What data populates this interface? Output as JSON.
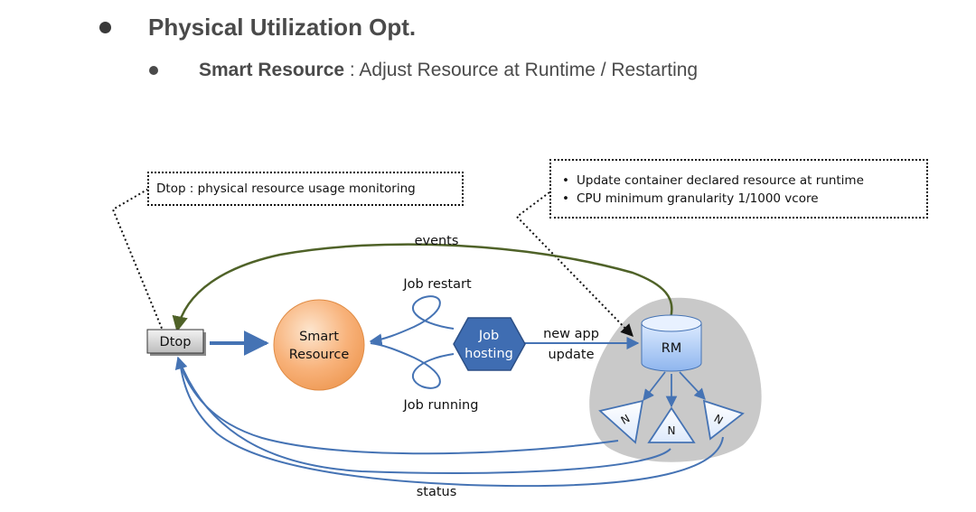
{
  "heading": {
    "title": "Physical Utilization Opt.",
    "sub_bold": "Smart Resource",
    "sub_rest": " : Adjust Resource at Runtime / Restarting"
  },
  "notes": {
    "dtop": "Dtop : physical resource usage monitoring",
    "rm": [
      "Update container declared resource at runtime",
      "CPU minimum granularity 1/1000 vcore"
    ]
  },
  "diagram": {
    "dtop_label": "Dtop",
    "smart_resource_line1": "Smart",
    "smart_resource_line2": "Resource",
    "job_hosting_line1": "Job",
    "job_hosting_line2": "hosting",
    "rm_label": "RM",
    "node_label": "N",
    "edges": {
      "events": "events",
      "job_restart": "Job restart",
      "job_running": "Job running",
      "new_app": "new app",
      "update": "update",
      "status": "status"
    }
  },
  "colors": {
    "blue": "#4573b4",
    "olive": "#4f6228",
    "orange": "#f4a261",
    "gray_region": "#c9c9c9",
    "hex_fill": "#3f6db2"
  }
}
